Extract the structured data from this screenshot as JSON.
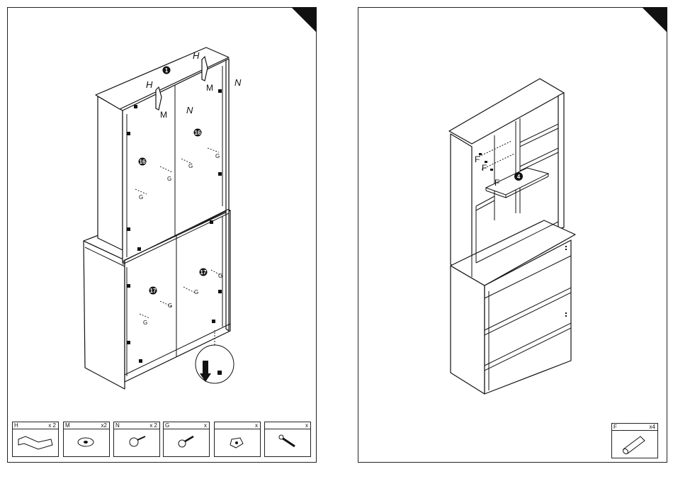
{
  "step_left": {
    "callouts": {
      "H_top": "H",
      "H_left": "H",
      "M_top": "M",
      "M_left": "M",
      "N_top": "N",
      "N_left": "N",
      "part_1": "1",
      "part_16a": "16",
      "part_16b": "16",
      "part_17a": "17",
      "part_17b": "17",
      "G_labels": [
        "G",
        "G",
        "G",
        "G",
        "G",
        "G",
        "G",
        "G"
      ]
    },
    "hardware": [
      {
        "code": "H",
        "qty": "x 2",
        "icon": "hinge-icon"
      },
      {
        "code": "M",
        "qty": "x2",
        "icon": "washer-icon"
      },
      {
        "code": "N",
        "qty": "x 2",
        "icon": "knob-screw-icon"
      },
      {
        "code": "G",
        "qty": "x",
        "icon": "screw-icon"
      },
      {
        "code": "",
        "qty": "x",
        "icon": "cam-lock-icon"
      },
      {
        "code": "",
        "qty": "x",
        "icon": "wood-screw-icon"
      }
    ]
  },
  "step_right": {
    "callouts": {
      "F_1": "F",
      "F_2": "F",
      "F_3": "F",
      "part_4": "4"
    },
    "hardware": [
      {
        "code": "F",
        "qty": "x4",
        "icon": "dowel-icon"
      }
    ]
  }
}
